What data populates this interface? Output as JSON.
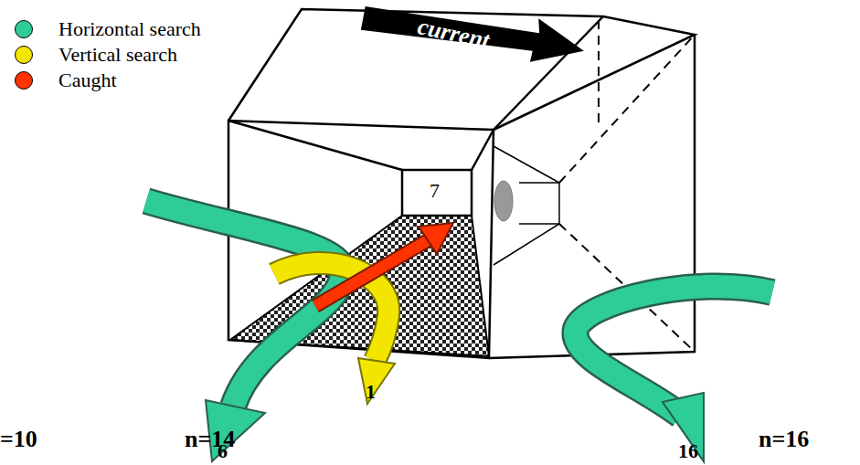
{
  "diagram": {
    "labels": [
      "current",
      "7",
      "1",
      "6",
      "16",
      "=10",
      "n=14",
      "n=16"
    ],
    "legend": [
      {
        "text": "Horizontal search",
        "color": "#2ECC99"
      },
      {
        "text": "Vertical search",
        "color": "#F2E600"
      },
      {
        "text": "Caught",
        "color": "#FF3300"
      }
    ]
  }
}
